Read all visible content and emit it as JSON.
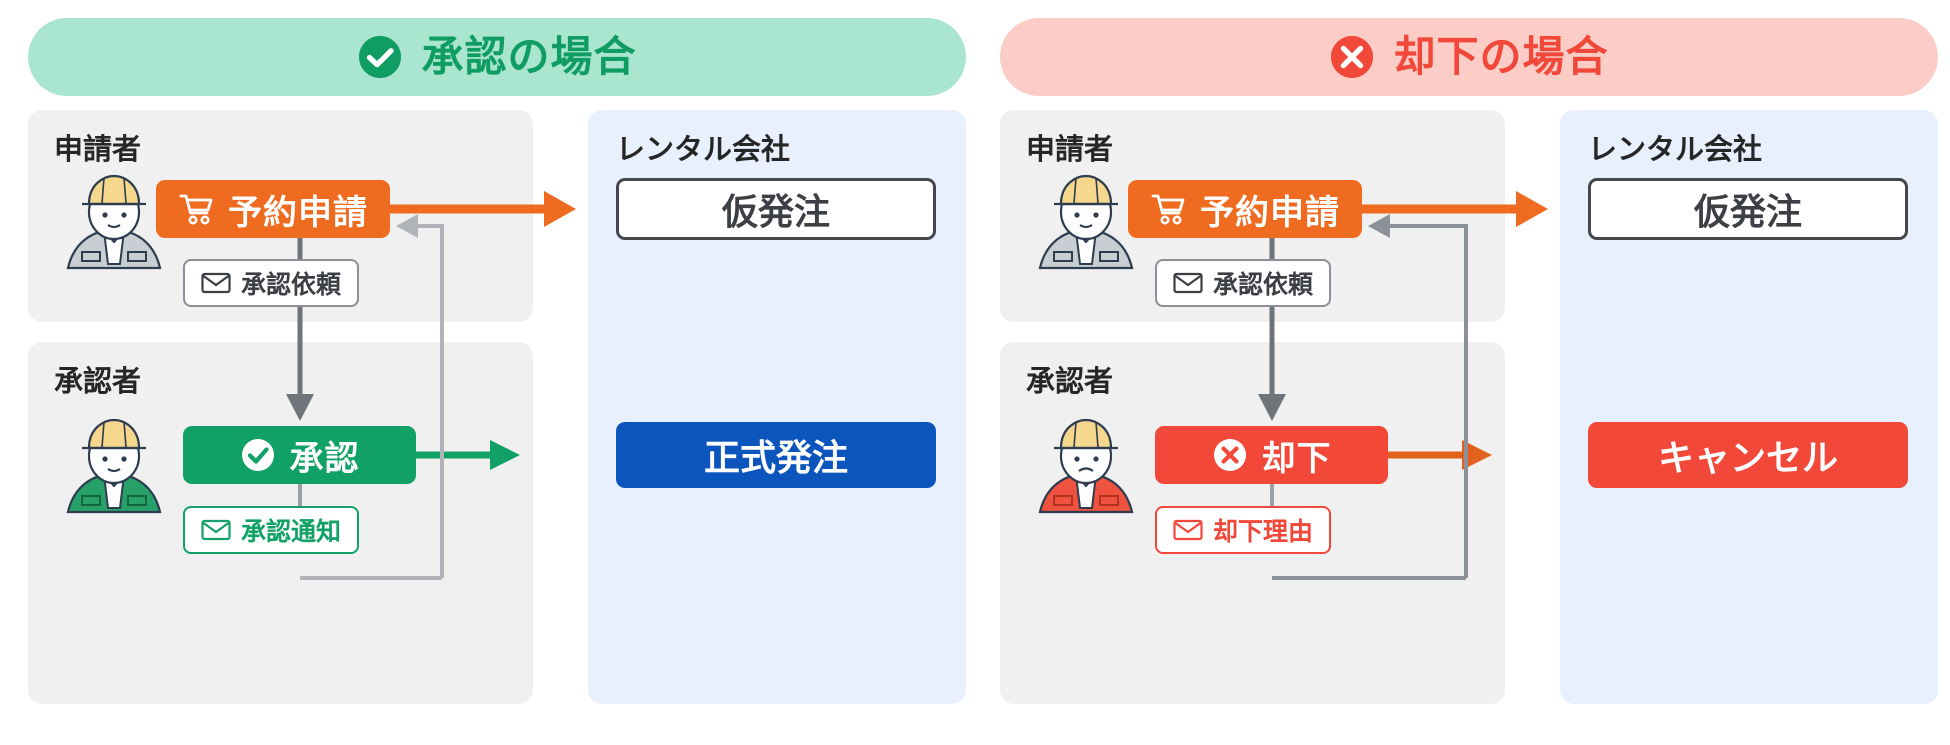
{
  "diagram": {
    "title_hidden": "",
    "colors": {
      "approve_accent": "#11a065",
      "approve_header_bg": "#aae5cf",
      "reject_accent": "#f2483a",
      "reject_header_bg": "#fbcdc6",
      "orange": "#ef6b1f",
      "blue": "#0b55bd",
      "lane_grey": "#f0f0f0",
      "lane_blue": "#e8f0fd",
      "wire_grey": "#7d8287"
    }
  },
  "panels": [
    {
      "id": "approve",
      "header": {
        "label": "承認の場合",
        "icon": "check-circle-icon"
      },
      "lanes": {
        "applicant": {
          "label": "申請者"
        },
        "approver": {
          "label": "承認者"
        },
        "rental": {
          "label": "レンタル会社"
        }
      },
      "avatars": {
        "applicant": {
          "name": "applicant-avatar",
          "helmet": "#f5d78e",
          "jacket": "#c9ced3",
          "mood": "neutral"
        },
        "approver": {
          "name": "approver-avatar",
          "helmet": "#f5d78e",
          "jacket": "#28a06a",
          "mood": "neutral"
        }
      },
      "actions": {
        "request": {
          "label": "予約申請",
          "icon": "cart-icon",
          "color": "#ef6b1f"
        },
        "decision": {
          "label": "承認",
          "icon": "check-circle-icon",
          "color": "#11a065"
        }
      },
      "chips": {
        "to_approver": {
          "label": "承認依頼",
          "icon": "mail-icon",
          "style": "grey"
        },
        "notify": {
          "label": "承認通知",
          "icon": "mail-icon",
          "style": "green"
        }
      },
      "results": {
        "provisional": {
          "label": "仮発注",
          "style": "outline"
        },
        "final": {
          "label": "正式発注",
          "style": "blue"
        }
      }
    },
    {
      "id": "reject",
      "header": {
        "label": "却下の場合",
        "icon": "x-circle-icon"
      },
      "lanes": {
        "applicant": {
          "label": "申請者"
        },
        "approver": {
          "label": "承認者"
        },
        "rental": {
          "label": "レンタル会社"
        }
      },
      "avatars": {
        "applicant": {
          "name": "applicant-avatar",
          "helmet": "#f5d78e",
          "jacket": "#c9ced3",
          "mood": "neutral"
        },
        "approver": {
          "name": "approver-avatar",
          "helmet": "#f5d78e",
          "jacket": "#ef5340",
          "mood": "sad"
        }
      },
      "actions": {
        "request": {
          "label": "予約申請",
          "icon": "cart-icon",
          "color": "#ef6b1f"
        },
        "decision": {
          "label": "却下",
          "icon": "x-circle-icon",
          "color": "#f2483a"
        }
      },
      "chips": {
        "to_approver": {
          "label": "承認依頼",
          "icon": "mail-icon",
          "style": "grey"
        },
        "notify": {
          "label": "却下理由",
          "icon": "mail-icon",
          "style": "red"
        }
      },
      "results": {
        "provisional": {
          "label": "仮発注",
          "style": "outline"
        },
        "final": {
          "label": "キャンセル",
          "style": "red"
        }
      }
    }
  ]
}
